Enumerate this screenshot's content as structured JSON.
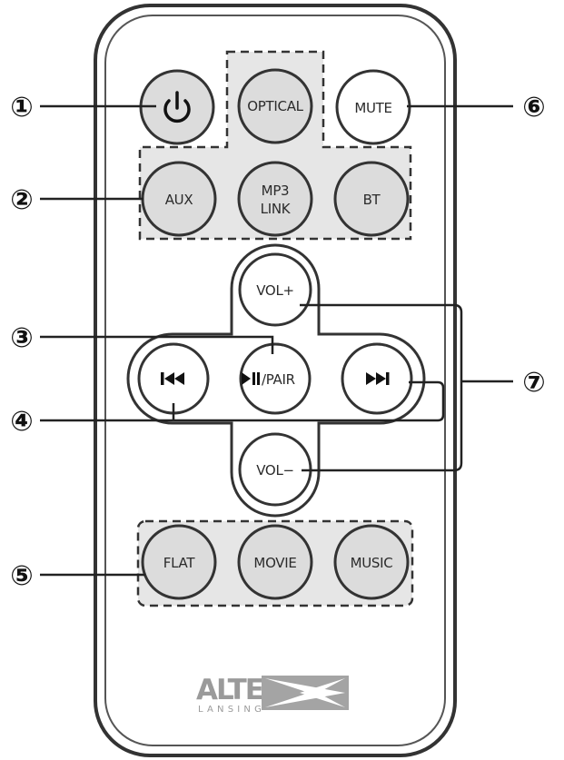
{
  "remote": {
    "buttons": {
      "power": {
        "label": "",
        "icon": "power-icon"
      },
      "optical": {
        "label": "OPTICAL"
      },
      "mute": {
        "label": "MUTE"
      },
      "aux": {
        "label": "AUX"
      },
      "mp3_link": {
        "line1": "MP3",
        "line2": "LINK"
      },
      "bt": {
        "label": "BT"
      },
      "vol_up": {
        "label": "VOL+"
      },
      "play_pair": {
        "label": "/PAIR",
        "icon": "play-pause-icon"
      },
      "prev": {
        "label": "",
        "icon": "skip-previous-icon"
      },
      "next": {
        "label": "",
        "icon": "skip-next-icon"
      },
      "vol_down": {
        "label": "VOL−"
      },
      "flat": {
        "label": "FLAT"
      },
      "movie": {
        "label": "MOVIE"
      },
      "music": {
        "label": "MUSIC"
      }
    },
    "logo": {
      "brand": "ALTEC",
      "sub": "LANSING"
    }
  },
  "callouts": [
    "①",
    "②",
    "③",
    "④",
    "⑤",
    "⑥",
    "⑦"
  ],
  "colors": {
    "button_fill": "#dcdcdc",
    "group_fill": "#e6e6e6",
    "outline": "#222222",
    "body": "#ffffff"
  }
}
